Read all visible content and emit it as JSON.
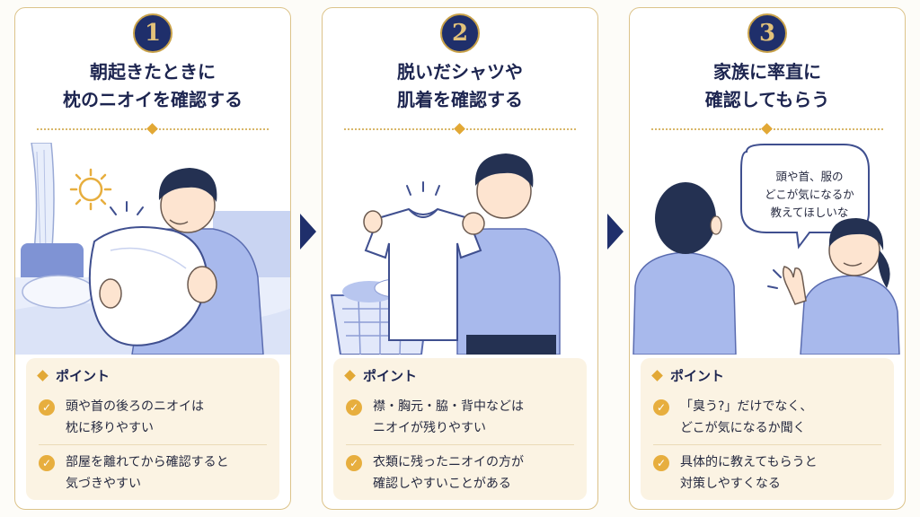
{
  "colors": {
    "navy": "#1f2f6b",
    "gold": "#c9a24a",
    "accent": "#e2a835",
    "panel": "#fbf3e3"
  },
  "cards": [
    {
      "number": "1",
      "title_lines": [
        "朝起きたときに",
        "枕のニオイを確認する"
      ],
      "point_label": "ポイント",
      "items": [
        [
          "頭や首の後ろのニオイは",
          "枕に移りやすい"
        ],
        [
          "部屋を離れてから確認すると",
          "気づきやすい"
        ]
      ]
    },
    {
      "number": "2",
      "title_lines": [
        "脱いだシャツや",
        "肌着を確認する"
      ],
      "point_label": "ポイント",
      "items": [
        [
          "襟・胸元・脇・背中などは",
          "ニオイが残りやすい"
        ],
        [
          "衣類に残ったニオイの方が",
          "確認しやすいことがある"
        ]
      ]
    },
    {
      "number": "3",
      "title_lines": [
        "家族に率直に",
        "確認してもらう"
      ],
      "point_label": "ポイント",
      "speech_lines": [
        "頭や首、服の",
        "どこが気になるか",
        "教えてほしいな"
      ],
      "items": [
        [
          "「臭う?」だけでなく、",
          "どこが気になるか聞く"
        ],
        [
          "具体的に教えてもらうと",
          "対策しやすくなる"
        ]
      ]
    }
  ]
}
